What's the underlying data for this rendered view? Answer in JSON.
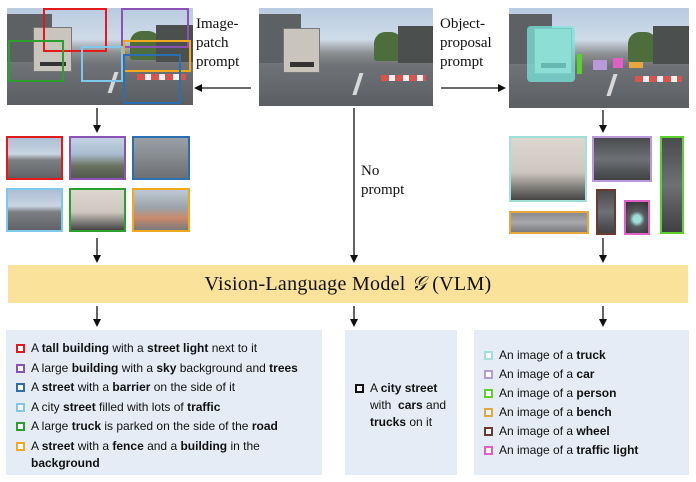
{
  "labels": {
    "image_patch_prompt": "Image-\npatch\nprompt",
    "object_proposal_prompt": "Object-\nproposal\nprompt",
    "no_prompt": "No\nprompt"
  },
  "vlm": {
    "prefix": "Vision-Language Model",
    "symbol": "𝒢",
    "suffix": "(VLM)"
  },
  "colors": {
    "red": "#e31a1c",
    "purple": "#8b52b5",
    "blue": "#2b6fb0",
    "lightblue": "#7ec8ec",
    "green": "#2ca02c",
    "orange": "#f0a81e",
    "black": "#111111",
    "mint": "#9fe0d8",
    "lavender": "#b99ad8",
    "lime": "#5cd12e",
    "amber": "#e6a640",
    "brown": "#6b3a2e",
    "pink": "#e060c8",
    "vlm_bar": "#fae29a",
    "panel": "#e5ecf6"
  },
  "left_captions": [
    {
      "color": "red",
      "parts": [
        [
          "A ",
          false
        ],
        [
          "tall building",
          true
        ],
        [
          " with a ",
          false
        ],
        [
          "street light",
          true
        ],
        [
          " next to it",
          false
        ]
      ]
    },
    {
      "color": "purple",
      "parts": [
        [
          "A large ",
          false
        ],
        [
          "building",
          true
        ],
        [
          " with a ",
          false
        ],
        [
          "sky",
          true
        ],
        [
          " background and ",
          false
        ],
        [
          "trees",
          true
        ]
      ]
    },
    {
      "color": "blue",
      "parts": [
        [
          "A ",
          false
        ],
        [
          "street",
          true
        ],
        [
          " with a ",
          false
        ],
        [
          "barrier",
          true
        ],
        [
          " on the side of it",
          false
        ]
      ]
    },
    {
      "color": "lightblue",
      "parts": [
        [
          "A city ",
          false
        ],
        [
          "street",
          true
        ],
        [
          " filled with lots of ",
          false
        ],
        [
          "traffic",
          true
        ]
      ]
    },
    {
      "color": "green",
      "parts": [
        [
          "A large ",
          false
        ],
        [
          "truck",
          true
        ],
        [
          " is parked on the side of the ",
          false
        ],
        [
          "road",
          true
        ]
      ]
    },
    {
      "color": "orange",
      "parts": [
        [
          "A ",
          false
        ],
        [
          "street",
          true
        ],
        [
          " with a ",
          false
        ],
        [
          "fence",
          true
        ],
        [
          " and a ",
          false
        ],
        [
          "building",
          true
        ],
        [
          " in the ",
          false
        ],
        [
          "background",
          true
        ]
      ]
    }
  ],
  "middle_caption": {
    "color": "black",
    "parts": [
      [
        "A ",
        false
      ],
      [
        "city street",
        true
      ],
      [
        " with  ",
        false
      ],
      [
        "cars",
        true
      ],
      [
        " and ",
        false
      ],
      [
        "trucks",
        true
      ],
      [
        " on it",
        false
      ]
    ]
  },
  "right_captions": [
    {
      "color": "mint",
      "parts": [
        [
          "An image of a ",
          false
        ],
        [
          "truck",
          true
        ]
      ]
    },
    {
      "color": "lavender",
      "parts": [
        [
          "An image of a ",
          false
        ],
        [
          "car",
          true
        ]
      ]
    },
    {
      "color": "lime",
      "parts": [
        [
          "An image of a ",
          false
        ],
        [
          "person",
          true
        ]
      ]
    },
    {
      "color": "amber",
      "parts": [
        [
          "An image of a ",
          false
        ],
        [
          "bench",
          true
        ]
      ]
    },
    {
      "color": "brown",
      "parts": [
        [
          "An image of a ",
          false
        ],
        [
          "wheel",
          true
        ]
      ]
    },
    {
      "color": "pink",
      "parts": [
        [
          "An image of a ",
          false
        ],
        [
          "traffic light",
          true
        ]
      ]
    }
  ]
}
